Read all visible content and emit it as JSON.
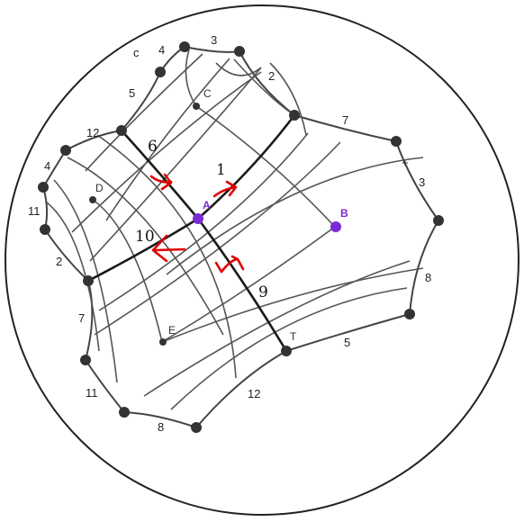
{
  "colors": {
    "accent_point": "#7a2bd6",
    "arrow": "#e00000",
    "line": "#555555",
    "path": "#1a1a1a",
    "vertex": "#333333"
  },
  "edge_labels": {
    "top_c": "c",
    "top_4": "4",
    "top_3": "3",
    "top_2": "2",
    "left_5": "5",
    "left_12": "12",
    "left_4": "4",
    "left_11": "11",
    "left_2": "2",
    "left_7": "7",
    "right_7": "7",
    "right_plus": "+",
    "right_3": "3",
    "right_8": "8",
    "bottom_5": "5",
    "bottom_12": "12",
    "bottom_8": "8",
    "bottom_11": "11"
  },
  "point_labels": {
    "C": "C",
    "D": "D",
    "E": "E",
    "A": "A",
    "B": "B",
    "T": "T"
  },
  "path_labels": {
    "six": "6",
    "one": "1",
    "ten": "10",
    "nine": "9"
  }
}
